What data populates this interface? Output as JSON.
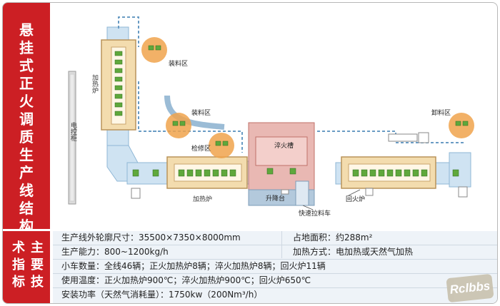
{
  "title": "悬挂式正火调质生产线结构",
  "specs_heading": {
    "col1": "主要技",
    "col2": "术指标"
  },
  "diagram_labels": {
    "heating_furnace_top": "加热炉",
    "loading_zone_1": "装料区",
    "loading_zone_2": "装料区",
    "maintenance_zone": "检修区",
    "quench_tank": "淬火槽",
    "lift_table": "升降台",
    "heating_furnace_bottom": "加热炉",
    "tempering_furnace": "回火炉",
    "unloading_zone": "卸料区",
    "fast_pull_cart": "快速拉料车",
    "control_cabinet": "电控柜"
  },
  "specs": [
    {
      "left": "生产线外轮廓尺寸：35500×7350×8000mm",
      "right": "占地面积：约288m²"
    },
    {
      "left": "生产能力：800~1200kg/h",
      "right": "加热方式：电加热或天然气加热"
    },
    {
      "text": "小车数量：全线46辆；正火加热炉8辆；淬火加热炉8辆；回火炉11辆"
    },
    {
      "text": "使用温度：正火加热炉900℃；淬火加热炉900℃；回火炉650℃"
    },
    {
      "text": "安装功率（天然气消耗量）：1750kw（200Nm³/h）"
    }
  ],
  "watermark": "Rclbbs",
  "colors": {
    "accent": "#cc1f24",
    "track": "#cfe3f2",
    "furnace": "#f3dcae",
    "zone": "#f0a34c",
    "cart": "#5fa83c",
    "quench": "#e9b8b3"
  }
}
